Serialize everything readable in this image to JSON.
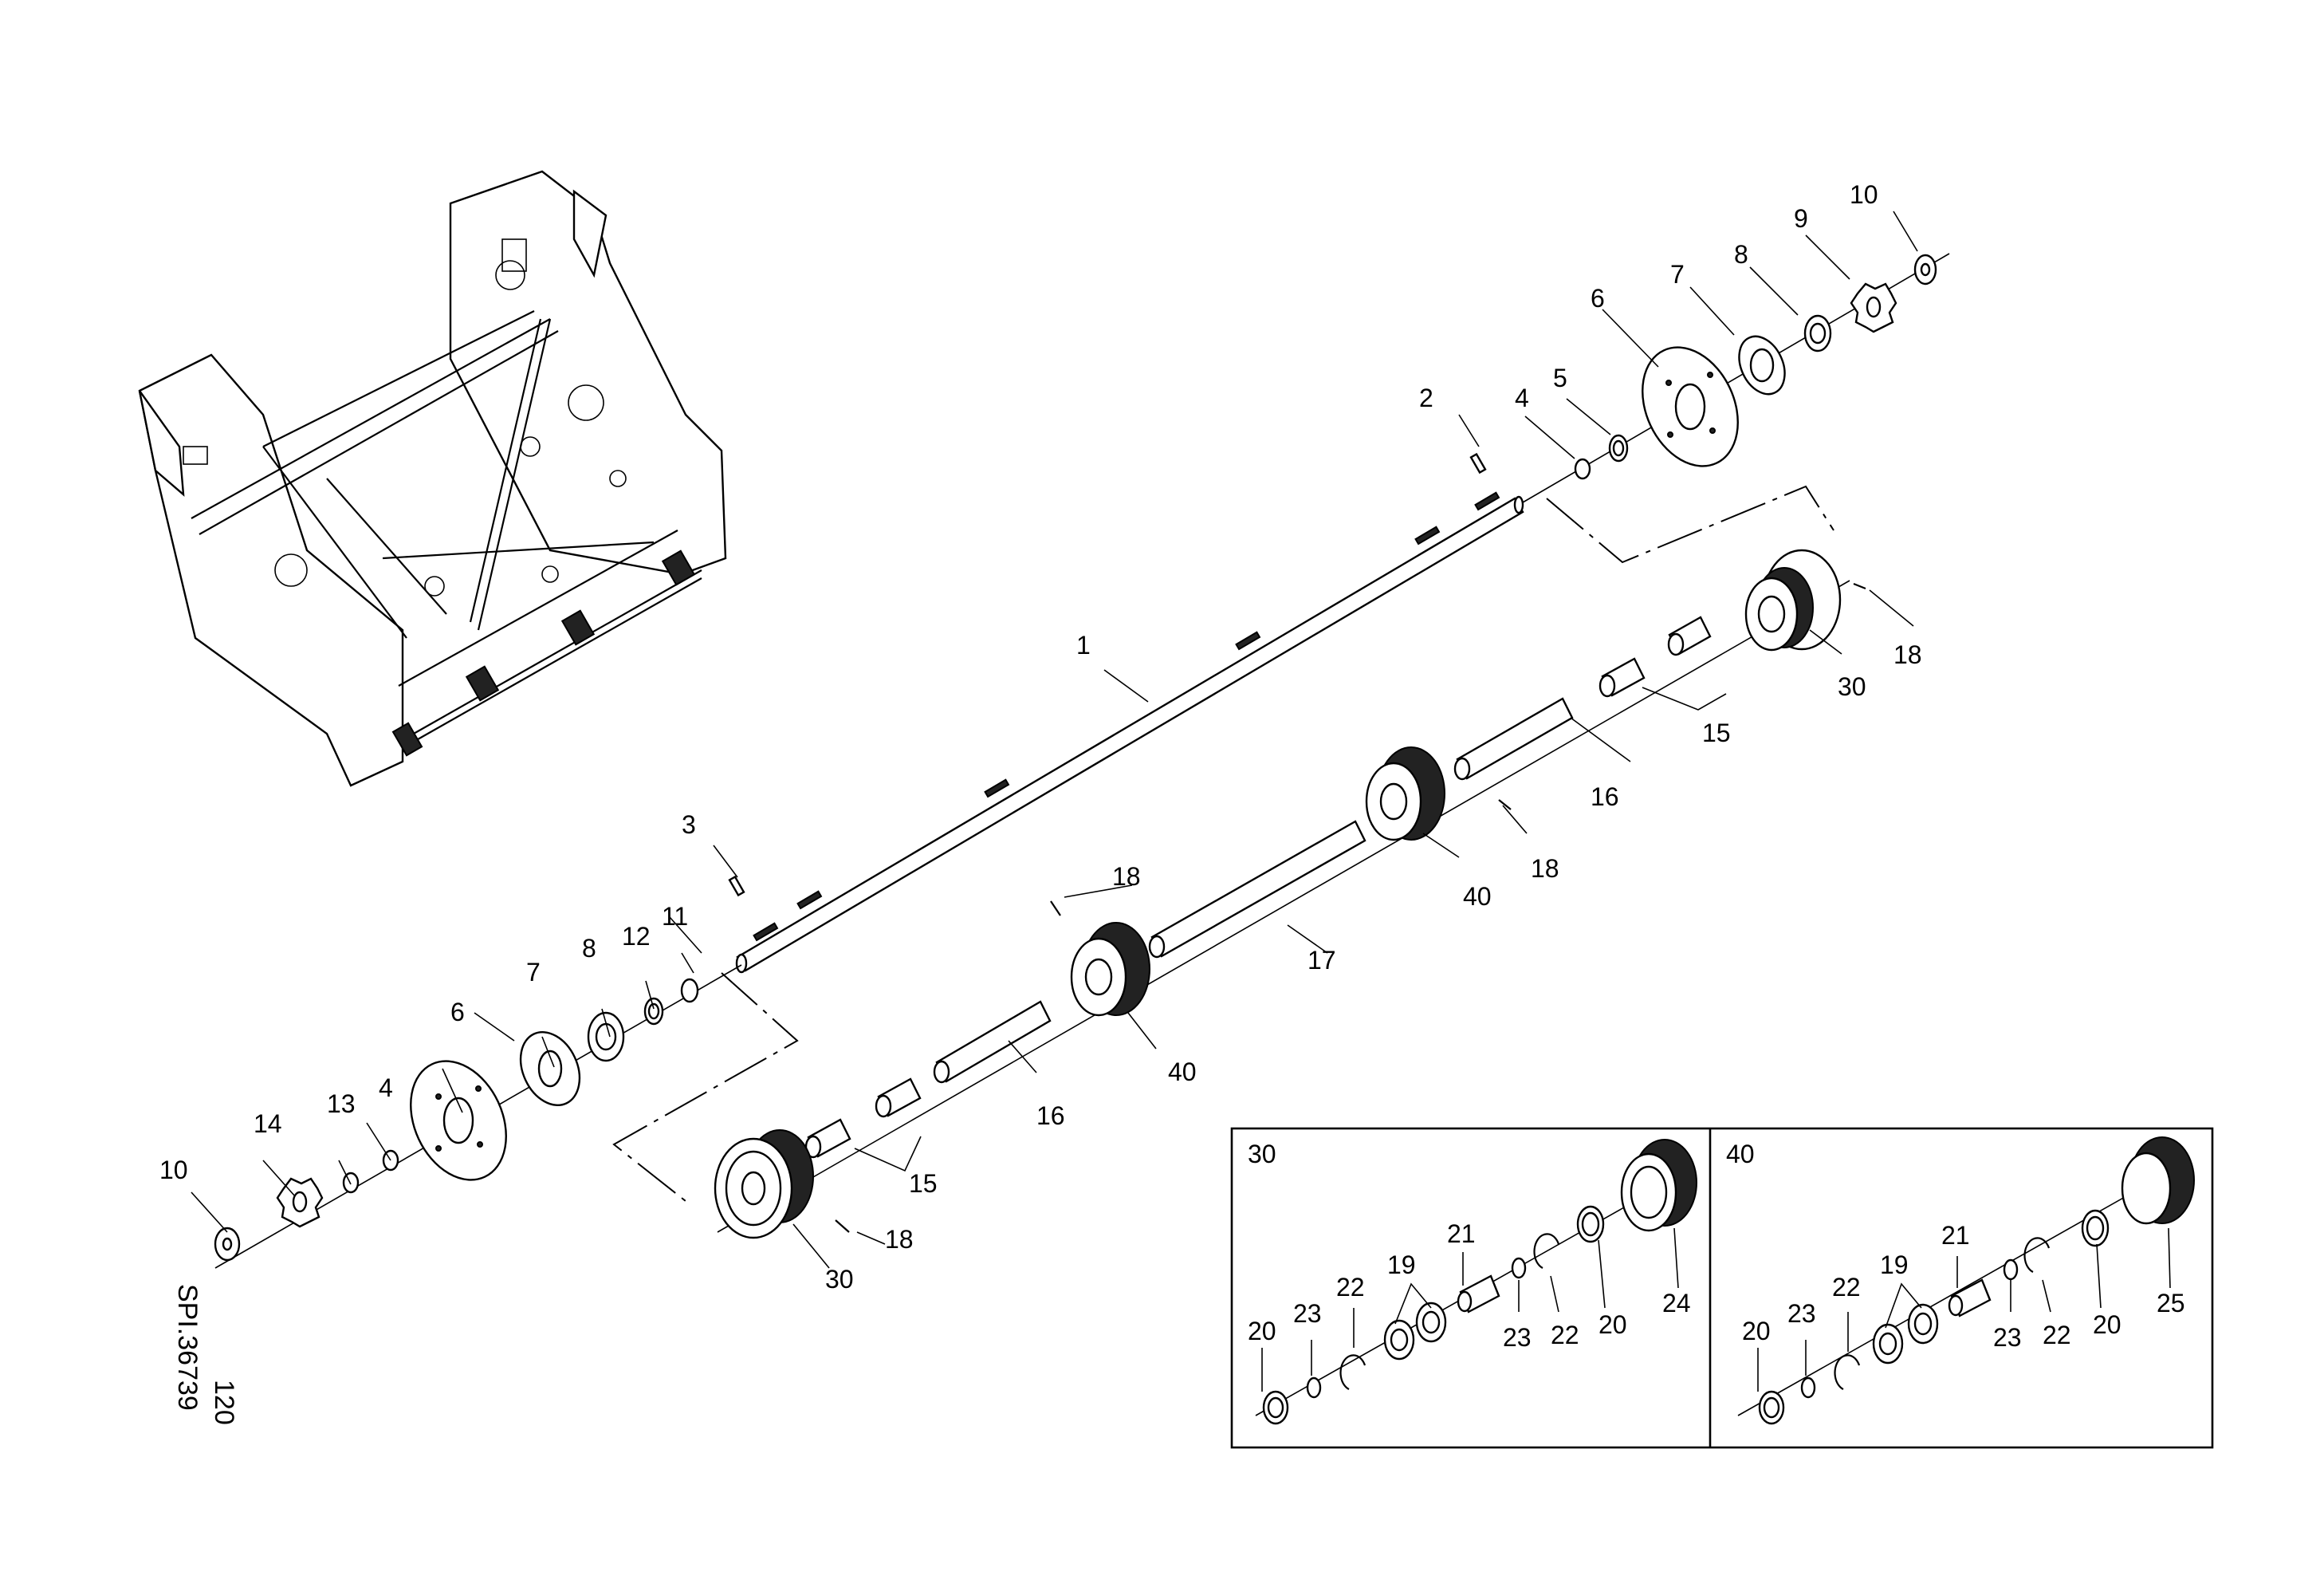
{
  "drawing": {
    "code": "SPI.36739",
    "number": "120"
  },
  "callouts": {
    "shaft": "1",
    "pin_upper": "2",
    "pin_lower": "3",
    "washer_r": "4",
    "washer_l": "4",
    "spacer_r": "5",
    "flange_r": "6",
    "flange_l": "6",
    "plate_r": "7",
    "plate_l": "7",
    "bearing_r": "8",
    "bearing_l": "8",
    "sprocket_r": "9",
    "end_washer_r": "10",
    "end_washer_l": "10",
    "ring_11": "11",
    "ring_12": "12",
    "ring_13": "13",
    "sprocket_l": "14",
    "sleeves_upper": "15",
    "sleeves_lower": "15",
    "tube_upper": "16",
    "tube_lower": "16",
    "tube_middle": "17",
    "screw_a": "18",
    "screw_b": "18",
    "screw_c": "18",
    "screw_d": "18",
    "pulley_upper": "30",
    "pulley_lower": "30",
    "roller_upper": "40",
    "roller_lower": "40"
  },
  "detail_30": {
    "title": "30",
    "labels": [
      "20",
      "23",
      "22",
      "19",
      "21",
      "23",
      "22",
      "20",
      "24"
    ]
  },
  "detail_40": {
    "title": "40",
    "labels": [
      "20",
      "23",
      "22",
      "19",
      "21",
      "23",
      "22",
      "20",
      "25"
    ]
  }
}
